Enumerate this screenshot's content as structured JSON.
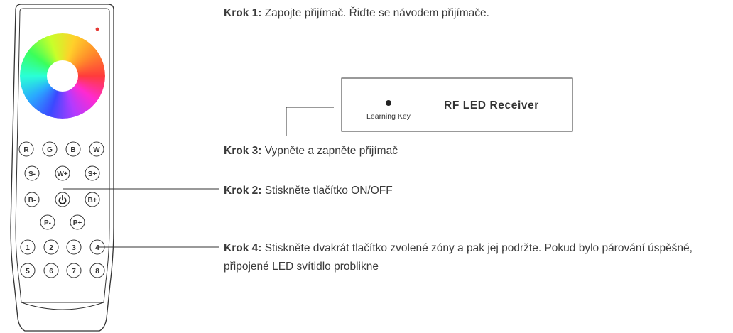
{
  "remote": {
    "buttons_row1": [
      "R",
      "G",
      "B",
      "W"
    ],
    "buttons_row2": [
      "S-",
      "W+",
      "S+"
    ],
    "buttons_row3": [
      "B-",
      "B+"
    ],
    "buttons_row4": [
      "P-",
      "P+"
    ],
    "zones_row1": [
      "1",
      "2",
      "3",
      "4"
    ],
    "zones_row2": [
      "5",
      "6",
      "7",
      "8"
    ],
    "power_icon": "power-icon",
    "indicator_color": "#e53935"
  },
  "receiver": {
    "title": "RF LED Receiver",
    "learning_key_label": "Learning Key"
  },
  "steps": {
    "step1": {
      "label": "Krok 1:",
      "text": " Zapojte přijímač. Řiďte se návodem přijímače."
    },
    "step2": {
      "label": "Krok 2:",
      "text": " Stiskněte tlačítko ON/OFF"
    },
    "step3": {
      "label": "Krok 3:",
      "text": " Vypněte a zapněte přijímač"
    },
    "step4": {
      "label": "Krok 4:",
      "text": " Stiskněte dvakrát tlačítko zvolené zóny a pak jej podržte. Pokud bylo párování úspěšné, připojené LED svítidlo problikne"
    }
  }
}
